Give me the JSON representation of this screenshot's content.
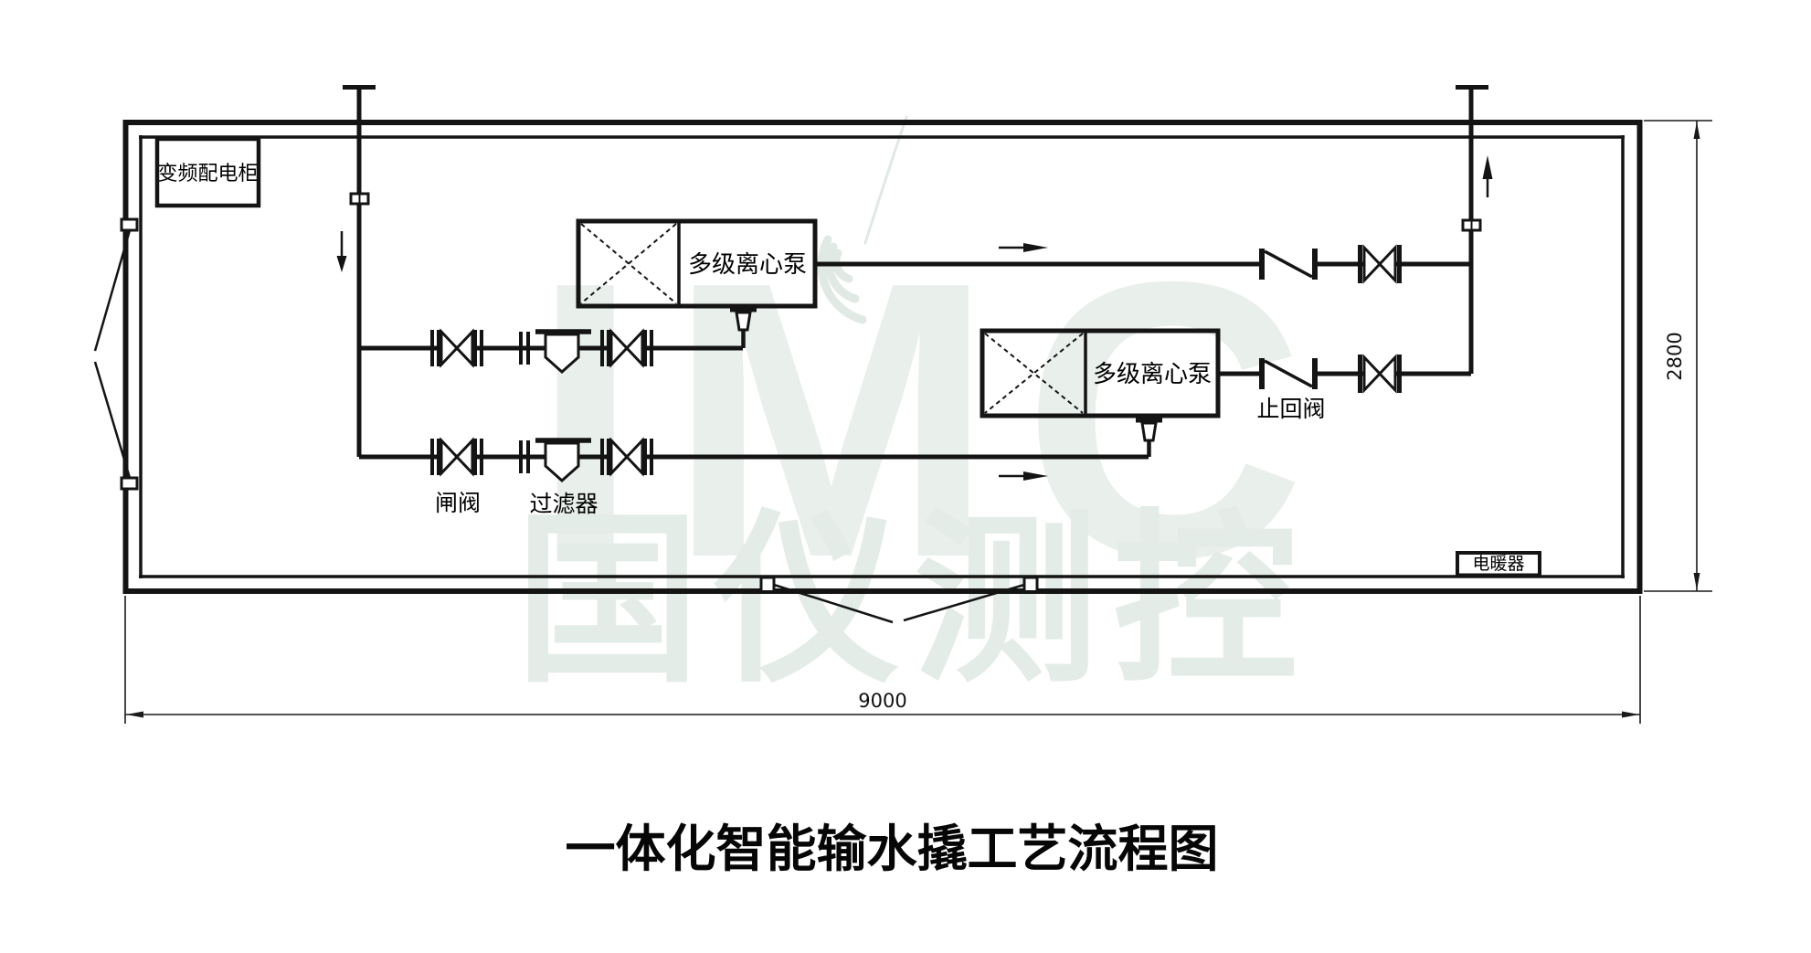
{
  "diagram": {
    "title": "一体化智能输水撬工艺流程图",
    "cabinet": "变频配电柜",
    "pump1": "多级离心泵",
    "pump2": "多级离心泵",
    "gate_valve": "闸阀",
    "strainer": "过滤器",
    "check_valve": "止回阀",
    "heater": "电暖器"
  },
  "dims": {
    "width": "9000",
    "height": "2800"
  },
  "watermark": {
    "latin": "IMC",
    "cn": "国仪测控"
  },
  "colors": {
    "line": "#141414",
    "background": "#ffffff",
    "watermark_latin": "#e9efeb",
    "watermark_cn": "#e3ece6"
  }
}
